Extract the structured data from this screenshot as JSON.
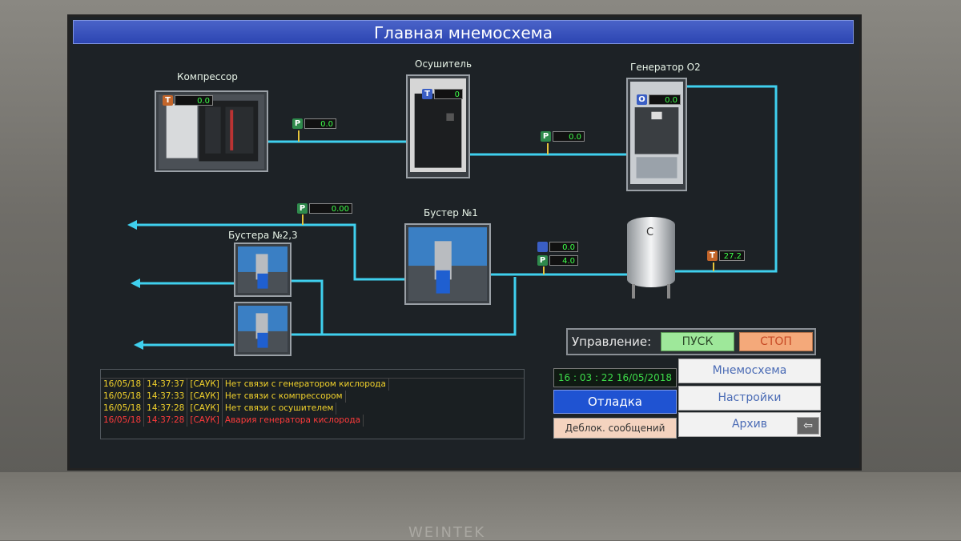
{
  "screen_title": "Главная мнемосхема",
  "devices": {
    "compressor": {
      "label": "Компрессор"
    },
    "dryer": {
      "label": "Осушитель"
    },
    "generator": {
      "label": "Генератор О2"
    },
    "booster1": {
      "label": "Бустер №1"
    },
    "boosters23": {
      "label": "Бустера №2,3"
    },
    "receiver": {
      "label": "С"
    }
  },
  "gauges": {
    "compressor_t": {
      "tag": "T",
      "value": "0.0"
    },
    "compressor_p": {
      "tag": "P",
      "value": "0.0"
    },
    "dryer_t": {
      "tag": "T",
      "value": "0"
    },
    "dryer_p": {
      "tag": "P",
      "value": "0.0"
    },
    "generator_o2": {
      "tag": "O",
      "value": "0.0"
    },
    "outlet_p": {
      "tag": "P",
      "value": "0.00"
    },
    "booster_b": {
      "tag": "",
      "value": "0.0"
    },
    "booster_p": {
      "tag": "P",
      "value": "4.0"
    },
    "receiver_t": {
      "tag": "T",
      "value": "27.2"
    }
  },
  "control": {
    "label": "Управление:",
    "start": "ПУСК",
    "stop": "СТОП"
  },
  "log": [
    {
      "date": "16/05/18",
      "time": "14:37:37",
      "src": "[САУК]",
      "msg": "Нет связи с генератором кислорода",
      "level": "warn"
    },
    {
      "date": "16/05/18",
      "time": "14:37:33",
      "src": "[САУК]",
      "msg": "Нет связи с компрессором",
      "level": "warn"
    },
    {
      "date": "16/05/18",
      "time": "14:37:28",
      "src": "[САУК]",
      "msg": "Нет связи с осушителем",
      "level": "warn"
    },
    {
      "date": "16/05/18",
      "time": "14:37:28",
      "src": "[САУК]",
      "msg": "Авария генератора кислорода",
      "level": "alarm"
    }
  ],
  "clock": "16 : 03 : 22   16/05/2018",
  "buttons": {
    "debug": "Отладка",
    "unblock": "Деблок. сообщений",
    "nav_mnemo": "Мнемосхема",
    "nav_settings": "Настройки",
    "nav_archive": "Архив",
    "back": "⇦"
  },
  "brand": "WEINTEK",
  "colors": {
    "pipe": "#3fd0ee",
    "title_bar": "#2c45b2",
    "value_text": "#3dff4a",
    "warning": "#f2d22b",
    "alarm": "#ff3b3b"
  }
}
